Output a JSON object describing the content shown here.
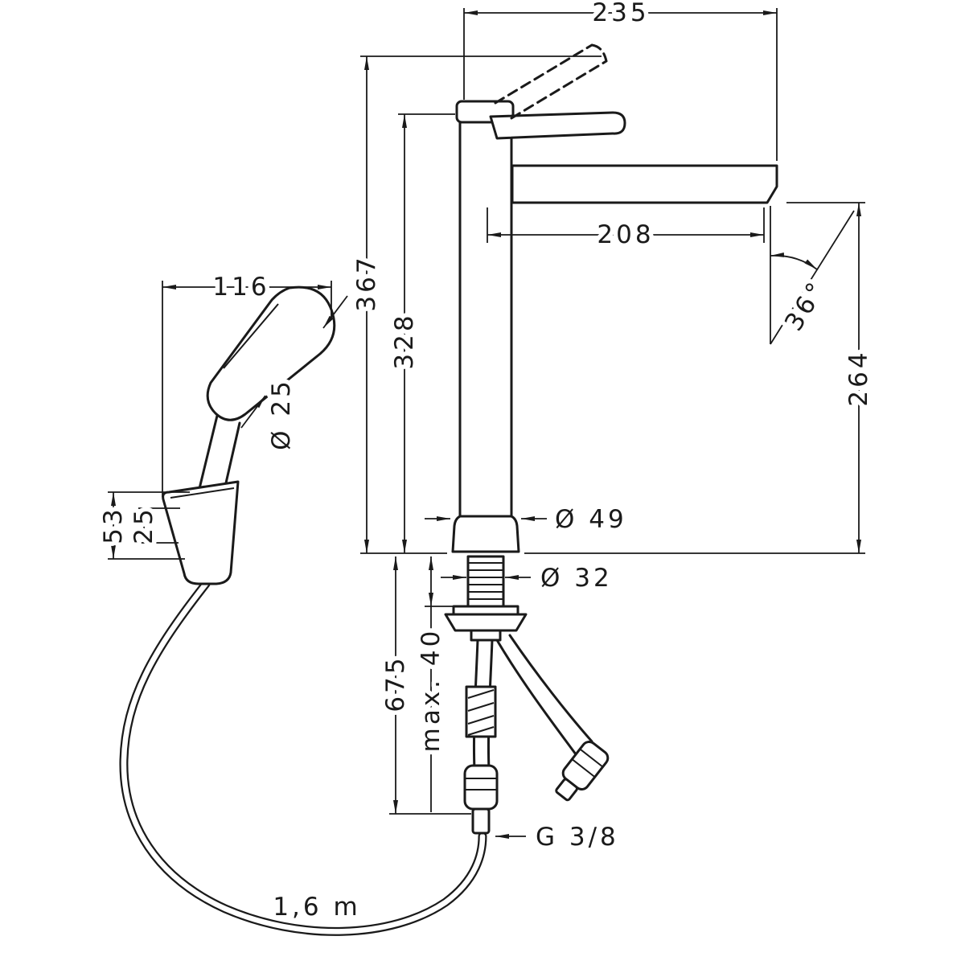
{
  "drawing": {
    "background": "#ffffff",
    "line_color": "#1a1a1a",
    "subject": "basin-mixer-with-handshower-dimension-drawing",
    "dimensions": {
      "overall_width": "235",
      "total_height": "367",
      "body_height": "328",
      "spout_reach": "208",
      "handshower_width": "116",
      "handshower_diameter": "Ø 25",
      "holder_height": "53",
      "holder_offset": "25",
      "spray_angle": "36°",
      "spout_height": "264",
      "base_diameter": "Ø 49",
      "shank_diameter": "Ø 32",
      "below_deck_height": "675",
      "max_deck_thickness": "max. 40",
      "connection_thread": "G 3/8",
      "hose_length": "1,6 m"
    }
  }
}
